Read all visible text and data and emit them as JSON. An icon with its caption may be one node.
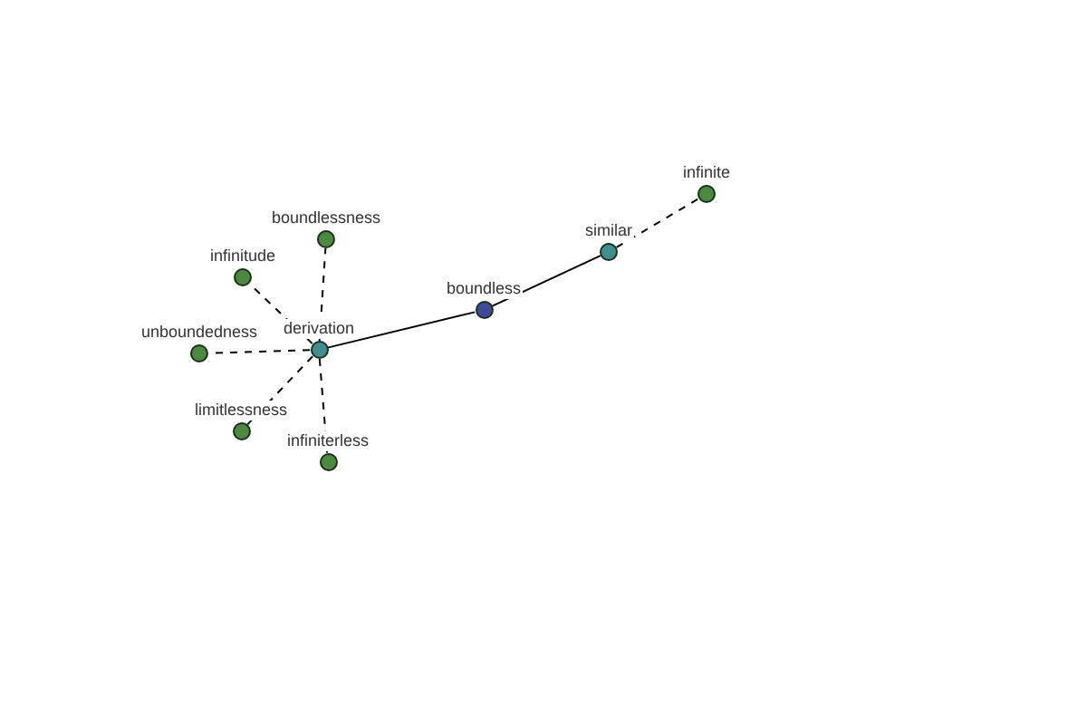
{
  "diagram": {
    "nodes": [
      {
        "text": [
          "derivation"
        ]
      },
      {
        "text": [
          "boundlessness"
        ]
      },
      {
        "text": [
          "infinitude"
        ]
      },
      {
        "text": [
          "unboundedness"
        ]
      },
      {
        "text": [
          "limitlessness"
        ]
      },
      {
        "text": [
          "infiniterless"
        ]
      },
      {
        "text": [
          "boundless"
        ]
      },
      {
        "text": [
          "similar"
        ]
      },
      {
        "text": [
          "infinite"
        ]
      }
    ],
    "edges": [
      {
        "from": 0,
        "to": 1,
        "arrow": "none",
        "style": "dashed"
      },
      {
        "from": 0,
        "to": 2,
        "arrow": "none",
        "style": "dashed"
      },
      {
        "from": 0,
        "to": 3,
        "arrow": "none",
        "style": "dashed"
      },
      {
        "from": 0,
        "to": 4,
        "arrow": "none",
        "style": "dashed"
      },
      {
        "from": 0,
        "to": 5,
        "arrow": "none",
        "style": "dashed"
      },
      {
        "from": 0,
        "to": 6,
        "arrow": "none"
      },
      {
        "from": 6,
        "to": 7,
        "arrow": "none"
      },
      {
        "from": 7,
        "to": 8,
        "arrow": "none",
        "style": "dashed"
      }
    ]
  }
}
